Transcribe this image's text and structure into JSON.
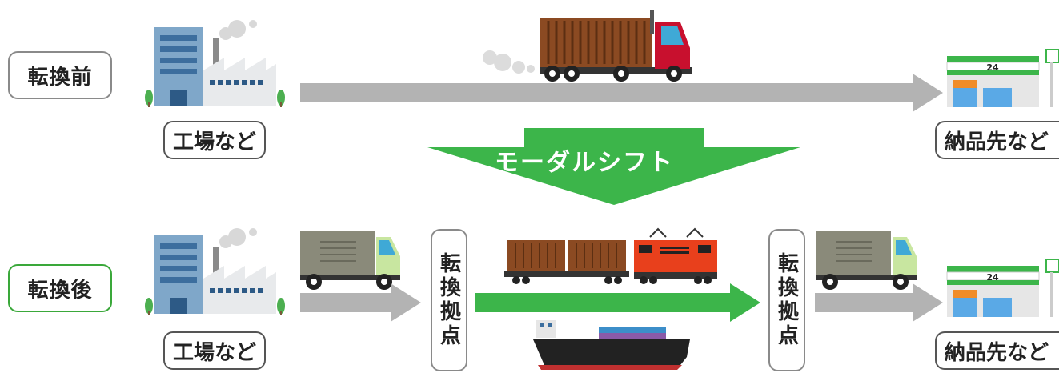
{
  "rows": {
    "before_label": "転換前",
    "after_label": "転換後"
  },
  "nodes": {
    "factory_top": "工場など",
    "factory_bottom": "工場など",
    "destination_top": "納品先など",
    "destination_bottom": "納品先など",
    "hub_left": "転換拠点",
    "hub_right": "転換拠点"
  },
  "shift_banner": "モーダルシフト",
  "store_sign": "24",
  "colors": {
    "arrow_gray": "#b3b3b3",
    "arrow_green": "#3cb54a",
    "truck_red": "#c8102e",
    "container_brown": "#8b4a22",
    "locomotive": "#e8401c",
    "factory_blue": "#7fa7c9"
  }
}
